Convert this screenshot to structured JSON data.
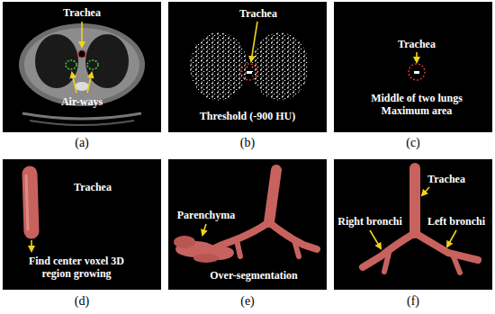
{
  "diagram": {
    "nodes": [
      {
        "text": [
          "Trachea",
          "Air-ways"
        ]
      },
      {
        "text": [
          "Trachea",
          "Threshold (-900 HU)"
        ]
      },
      {
        "text": [
          "Trachea",
          "Middle of two lungs Maximum area"
        ]
      },
      {
        "text": [
          "Trachea",
          "Find center voxel 3D region growing"
        ]
      },
      {
        "text": [
          "Parenchyma",
          "Over-segmentation"
        ]
      },
      {
        "text": [
          "Trachea",
          "Right bronchi",
          "Left bronchi"
        ]
      }
    ],
    "labels": [
      "(a)",
      "(b)",
      "(c)",
      "(d)",
      "(e)",
      "(f)"
    ]
  }
}
